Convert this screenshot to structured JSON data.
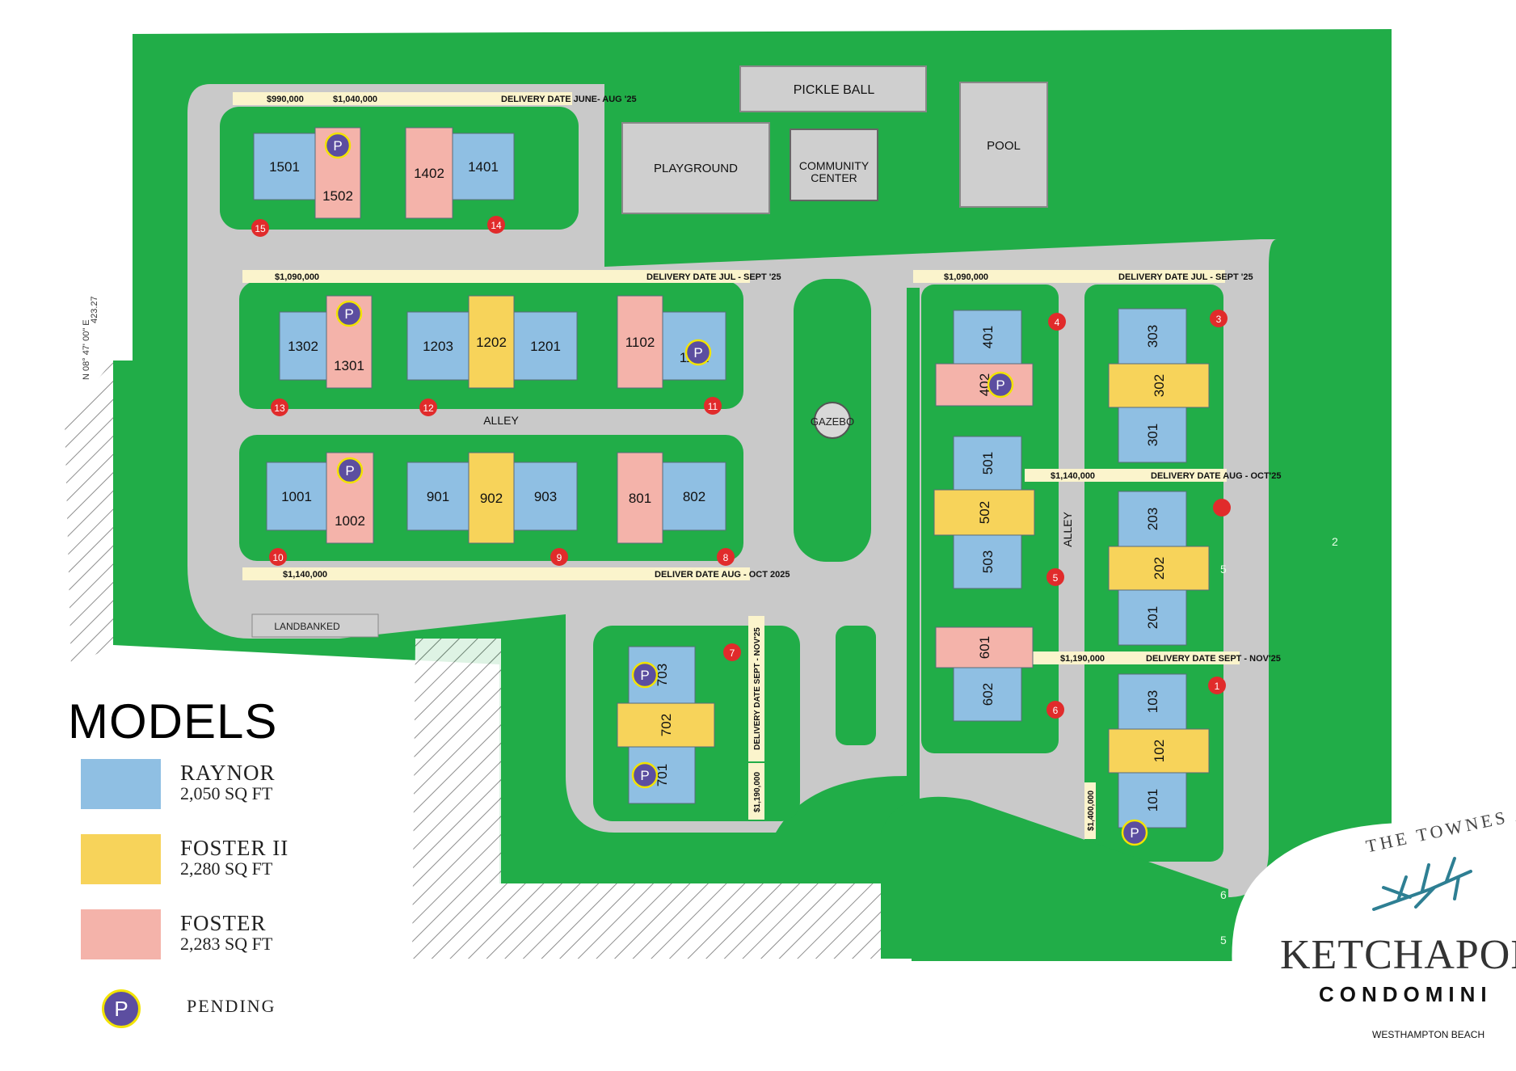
{
  "title": "",
  "colors": {
    "grass": "#21ad48",
    "road": "#c9c9c9",
    "raynor": "#8fbfe3",
    "foster_ii": "#f7d35a",
    "foster": "#f4b3aa",
    "pending": "#5c4ea0",
    "pending_ring": "#f2e300",
    "lot_marker": "#e12b2b",
    "price_banner": "#fbf4cc"
  },
  "amenities": {
    "pickleball": "PICKLE BALL",
    "playground": "PLAYGROUND",
    "community_line1": "COMMUNITY",
    "community_line2": "CENTER",
    "pool": "POOL",
    "gazebo": "GAZEBO",
    "landbanked": "LANDBANKED",
    "alley": "ALLEY",
    "bearing": "N 08° 47' 00\" E",
    "distance": "423.27"
  },
  "banners": [
    {
      "id": "b1",
      "texts": [
        "$990,000",
        "$1,040,000",
        "DELIVERY DATE JUNE- AUG '25"
      ]
    },
    {
      "id": "b2",
      "texts": [
        "$1,090,000",
        "DELIVERY DATE JUL - SEPT '25"
      ]
    },
    {
      "id": "b3",
      "texts": [
        "$1,140,000",
        "DELIVER DATE AUG - OCT 2025"
      ]
    },
    {
      "id": "b4",
      "texts": [
        "$1,090,000",
        "DELIVERY DATE JUL - SEPT '25"
      ]
    },
    {
      "id": "b5",
      "texts": [
        "$1,140,000",
        "DELIVERY DATE AUG - OCT'25"
      ]
    },
    {
      "id": "b6",
      "texts": [
        "$1,190,000",
        "DELIVERY DATE SEPT - NOV'25"
      ]
    },
    {
      "id": "b7",
      "texts": [
        "DELIVERY DATE SEPT - NOV'25"
      ]
    },
    {
      "id": "b8",
      "texts": [
        "$1,190,000"
      ]
    },
    {
      "id": "b9",
      "texts": [
        "$1,400,000"
      ]
    }
  ],
  "units": [
    {
      "label": "1501",
      "model": "raynor",
      "pending": false
    },
    {
      "label": "1502",
      "model": "foster",
      "pending": true
    },
    {
      "label": "1402",
      "model": "foster",
      "pending": false
    },
    {
      "label": "1401",
      "model": "raynor",
      "pending": false
    },
    {
      "label": "1302",
      "model": "raynor",
      "pending": false
    },
    {
      "label": "1301",
      "model": "foster",
      "pending": true
    },
    {
      "label": "1203",
      "model": "raynor",
      "pending": false
    },
    {
      "label": "1202",
      "model": "foster_ii",
      "pending": false
    },
    {
      "label": "1201",
      "model": "raynor",
      "pending": false
    },
    {
      "label": "1102",
      "model": "foster",
      "pending": false
    },
    {
      "label": "1101",
      "model": "raynor",
      "pending": true
    },
    {
      "label": "1001",
      "model": "raynor",
      "pending": false
    },
    {
      "label": "1002",
      "model": "foster",
      "pending": true
    },
    {
      "label": "901",
      "model": "raynor",
      "pending": false
    },
    {
      "label": "902",
      "model": "foster_ii",
      "pending": false
    },
    {
      "label": "903",
      "model": "raynor",
      "pending": false
    },
    {
      "label": "801",
      "model": "foster",
      "pending": false
    },
    {
      "label": "802",
      "model": "raynor",
      "pending": false
    },
    {
      "label": "703",
      "model": "raynor",
      "pending": true
    },
    {
      "label": "702",
      "model": "foster_ii",
      "pending": false
    },
    {
      "label": "701",
      "model": "raynor",
      "pending": true
    },
    {
      "label": "401",
      "model": "raynor",
      "pending": false
    },
    {
      "label": "402",
      "model": "foster",
      "pending": true
    },
    {
      "label": "501",
      "model": "raynor",
      "pending": false
    },
    {
      "label": "502",
      "model": "foster_ii",
      "pending": false
    },
    {
      "label": "503",
      "model": "raynor",
      "pending": false
    },
    {
      "label": "601",
      "model": "foster",
      "pending": false
    },
    {
      "label": "602",
      "model": "raynor",
      "pending": false
    },
    {
      "label": "303",
      "model": "raynor",
      "pending": false
    },
    {
      "label": "302",
      "model": "foster_ii",
      "pending": false
    },
    {
      "label": "301",
      "model": "raynor",
      "pending": false
    },
    {
      "label": "203",
      "model": "raynor",
      "pending": false
    },
    {
      "label": "202",
      "model": "foster_ii",
      "pending": false
    },
    {
      "label": "201",
      "model": "raynor",
      "pending": false
    },
    {
      "label": "103",
      "model": "raynor",
      "pending": false
    },
    {
      "label": "102",
      "model": "foster_ii",
      "pending": false
    },
    {
      "label": "101",
      "model": "raynor",
      "pending": true
    }
  ],
  "lot_markers": [
    "15",
    "14",
    "13",
    "12",
    "11",
    "10",
    "9",
    "8",
    "7",
    "4",
    "3",
    "5",
    "6",
    "1",
    ""
  ],
  "edge_numbers": [
    "2",
    "5",
    "6",
    "5"
  ],
  "legend": {
    "title": "MODELS",
    "items": [
      {
        "name": "RAYNOR",
        "size": "2,050 SQ FT",
        "color": "#8fbfe3"
      },
      {
        "name": "FOSTER II",
        "size": "2,280 SQ FT",
        "color": "#f7d35a"
      },
      {
        "name": "FOSTER",
        "size": "2,283 SQ FT",
        "color": "#f4b3aa"
      }
    ],
    "pending_symbol": "P",
    "pending_label": "PENDING"
  },
  "brand": {
    "tagline": "THE TOWNES A",
    "name": "KETCHAPON",
    "subtitle": "CONDOMINI",
    "location": "WESTHAMPTON BEACH"
  }
}
